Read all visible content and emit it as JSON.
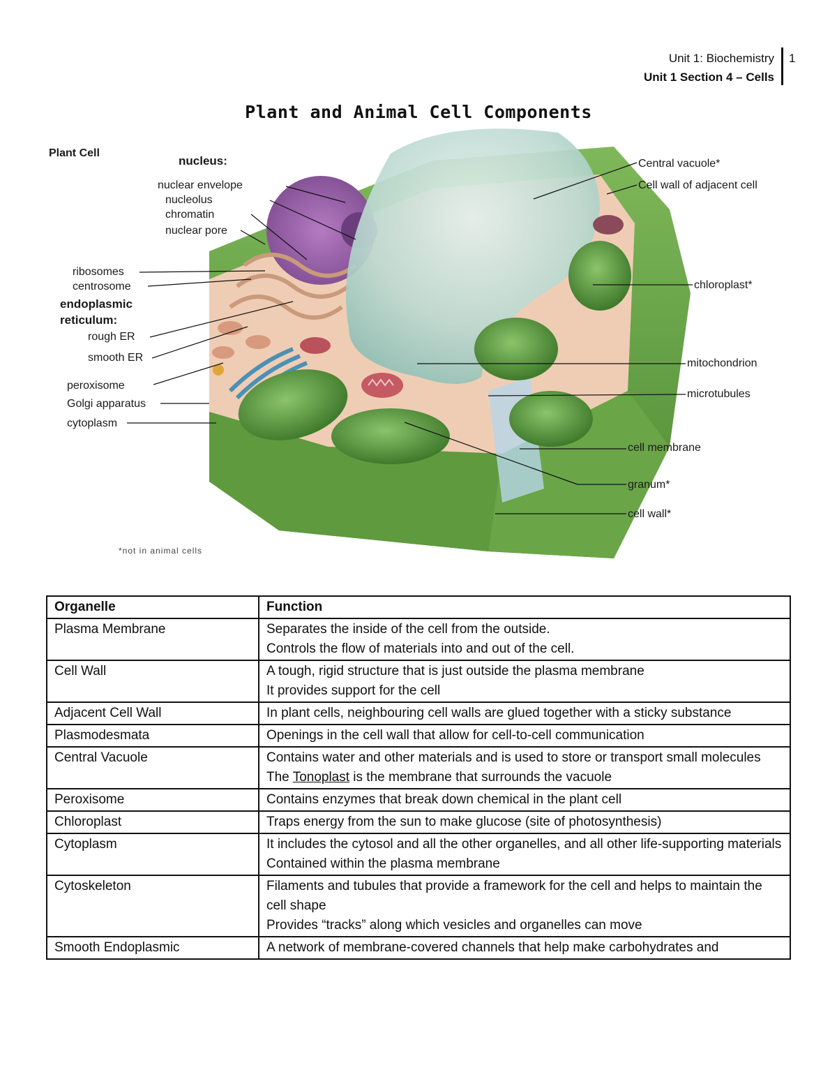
{
  "header": {
    "unit": "Unit 1: Biochemistry",
    "section": "Unit 1 Section 4 – Cells",
    "page_number": "1"
  },
  "title": "Plant and Animal Cell Components",
  "diagram": {
    "cell_label": "Plant Cell",
    "nucleus_heading": "nucleus:",
    "left_labels": {
      "nuclear_envelope": "nuclear envelope",
      "nucleolus": "nucleolus",
      "chromatin": "chromatin",
      "nuclear_pore": "nuclear pore",
      "ribosomes": "ribosomes",
      "centrosome": "centrosome",
      "er_heading_1": "endoplasmic",
      "er_heading_2": "reticulum:",
      "rough_er": "rough ER",
      "smooth_er": "smooth ER",
      "peroxisome": "peroxisome",
      "golgi": "Golgi apparatus",
      "cytoplasm": "cytoplasm"
    },
    "right_labels": {
      "central_vacuole": "Central vacuole*",
      "adjacent_wall": "Cell wall of adjacent cell",
      "chloroplast": "chloroplast*",
      "mitochondrion": "mitochondrion",
      "microtubules": "microtubules",
      "cell_membrane": "cell membrane",
      "granum": "granum*",
      "cell_wall": "cell wall*"
    },
    "footnote": "*not in animal cells"
  },
  "table": {
    "headers": [
      "Organelle",
      "Function"
    ],
    "rows": [
      {
        "organelle": "Plasma Membrane",
        "lines": [
          "Separates the inside of the cell from the outside.",
          "Controls the flow of materials into and out of the cell."
        ]
      },
      {
        "organelle": "Cell Wall",
        "lines": [
          "A tough, rigid structure that is just outside the plasma membrane",
          "It provides support for the cell"
        ]
      },
      {
        "organelle": "Adjacent Cell Wall",
        "lines": [
          "In plant cells, neighbouring cell walls are glued together with a sticky substance"
        ]
      },
      {
        "organelle": "Plasmodesmata",
        "lines": [
          "Openings in the cell wall that allow for cell-to-cell communication"
        ]
      },
      {
        "organelle": "Central Vacuole",
        "lines": [
          "Contains water and other materials and is used to store or transport small molecules"
        ],
        "last_pre": "The ",
        "last_under": "Tonoplast",
        "last_post": " is the membrane that surrounds the vacuole"
      },
      {
        "organelle": "Peroxisome",
        "lines": [
          "Contains enzymes that break down chemical in the plant cell"
        ]
      },
      {
        "organelle": "Chloroplast",
        "lines": [
          "Traps energy from the sun to make glucose (site of photosynthesis)"
        ]
      },
      {
        "organelle": "Cytoplasm",
        "lines": [
          "It includes the cytosol and all the other organelles, and all other life-supporting materials",
          "Contained  within the plasma membrane"
        ]
      },
      {
        "organelle": "Cytoskeleton",
        "lines": [
          "Filaments and tubules that provide a framework for the cell and helps to maintain the cell shape",
          "Provides “tracks” along which vesicles and organelles can move"
        ]
      },
      {
        "organelle": "Smooth Endoplasmic",
        "lines": [
          "A network of membrane-covered channels that help make carbohydrates and"
        ]
      }
    ]
  }
}
